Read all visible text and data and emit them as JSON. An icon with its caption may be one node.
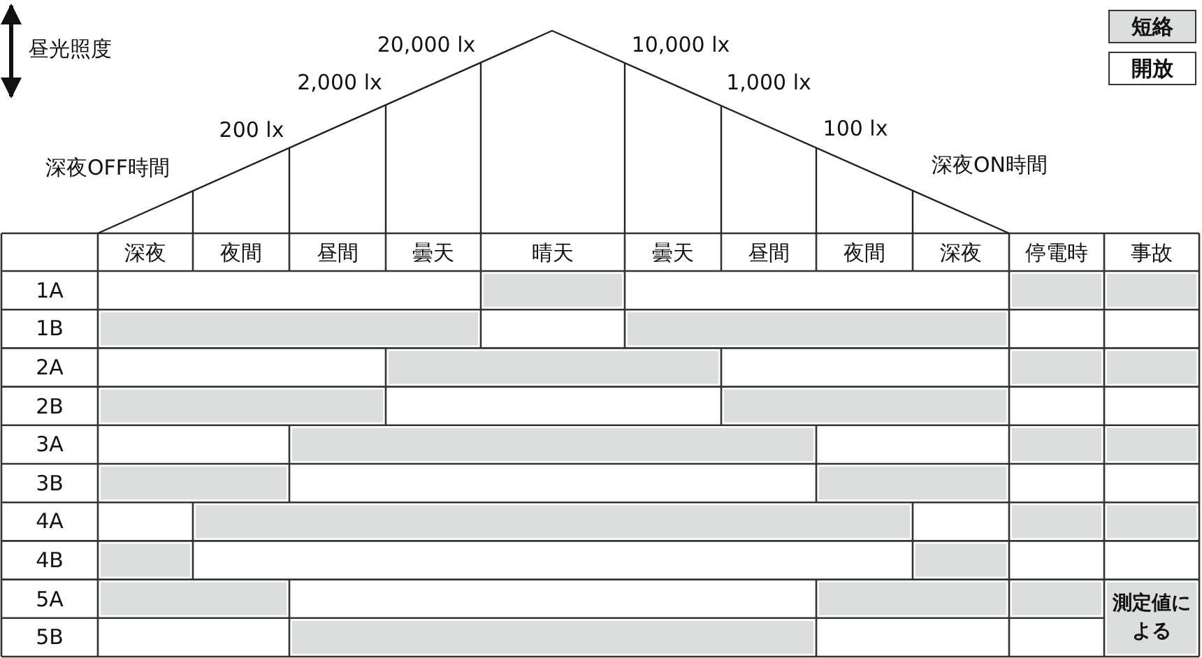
{
  "diagram": {
    "labels": [
      "昼光照度",
      "20,000 lx",
      "10,000 lx",
      "2,000 lx",
      "1,000 lx",
      "200 lx",
      "100 lx",
      "深夜OFF時間",
      "深夜ON時間",
      "深夜",
      "夜間",
      "昼間",
      "曇天",
      "晴天",
      "曇天",
      "昼間",
      "夜間",
      "深夜",
      "停電時",
      "事故",
      "1A",
      "1B",
      "2A",
      "2B",
      "3A",
      "3B",
      "4A",
      "4B",
      "5A",
      "測定値による",
      "5B"
    ],
    "legend": [
      {
        "text": "短絡",
        "color": "#dcdddd"
      },
      {
        "text": "開放",
        "color": "#ffffff"
      }
    ]
  }
}
